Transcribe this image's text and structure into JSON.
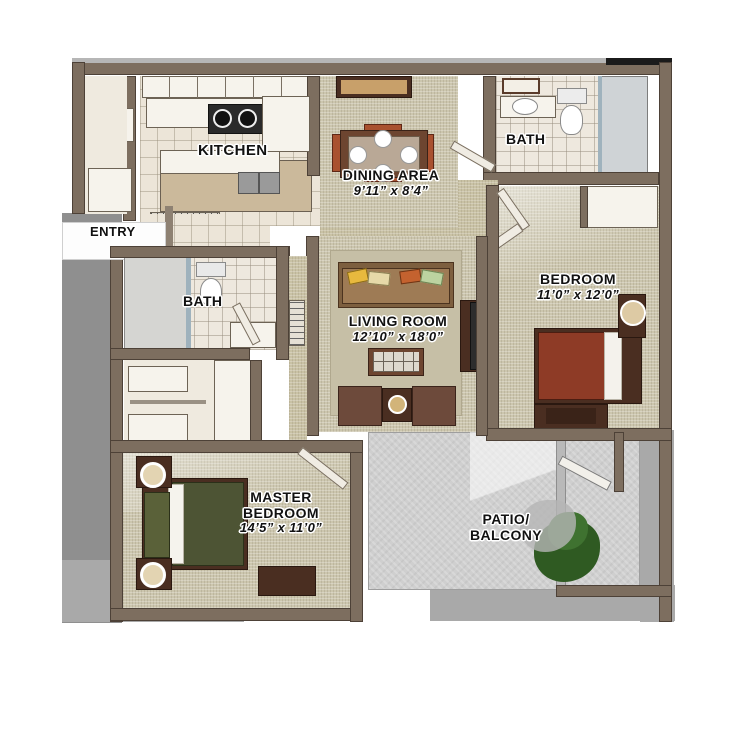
{
  "plan": {
    "type": "apartment-floor-plan",
    "background_color": "#ffffff",
    "wall_color": "#7d6e5f",
    "carpet_color": "#ccc6ae",
    "tile_color": "#ece5d8",
    "patio_color": "#cfcfcf",
    "shadow_color": "#8f8f8f"
  },
  "rooms": [
    {
      "id": "kitchen",
      "label": "KITCHEN",
      "dimensions": "",
      "floor": "tile"
    },
    {
      "id": "entry",
      "label": "ENTRY",
      "dimensions": "",
      "floor": "tile"
    },
    {
      "id": "dining-area",
      "label": "DINING AREA",
      "dimensions": "9’11” x 8’4”",
      "floor": "carpet"
    },
    {
      "id": "living-room",
      "label": "LIVING ROOM",
      "dimensions": "12’10” x 18’0”",
      "floor": "carpet"
    },
    {
      "id": "master-bedroom",
      "label": "MASTER\nBEDROOM",
      "dimensions": "14’5” x 11’0”",
      "floor": "carpet"
    },
    {
      "id": "bedroom",
      "label": "BEDROOM",
      "dimensions": "11’0” x 12’0”",
      "floor": "carpet"
    },
    {
      "id": "bath-upper",
      "label": "BATH",
      "dimensions": "",
      "floor": "tile"
    },
    {
      "id": "bath-master",
      "label": "BATH",
      "dimensions": "",
      "floor": "tile"
    },
    {
      "id": "patio-balcony",
      "label": "PATIO/\nBALCONY",
      "dimensions": "",
      "floor": "concrete"
    }
  ],
  "labels": {
    "kitchen": {
      "name": "KITCHEN"
    },
    "entry": {
      "name": "ENTRY"
    },
    "dining": {
      "name": "DINING AREA",
      "dim": "9’11” x 8’4”"
    },
    "living": {
      "name": "LIVING ROOM",
      "dim": "12’10” x 18’0”"
    },
    "master_line1": {
      "name": "MASTER"
    },
    "master_line2": {
      "name": "BEDROOM"
    },
    "master_dim": {
      "dim": "14’5” x 11’0”"
    },
    "bedroom": {
      "name": "BEDROOM",
      "dim": "11’0” x 12’0”"
    },
    "bath_upper": {
      "name": "BATH"
    },
    "bath_master": {
      "name": "BATH"
    },
    "patio_line1": {
      "name": "PATIO/"
    },
    "patio_line2": {
      "name": "BALCONY"
    }
  },
  "furniture": {
    "dining_table": "dining-table",
    "dining_chairs": "dining-chairs",
    "sofa": "sofa",
    "armchair_left": "armchair",
    "armchair_right": "armchair",
    "coffee_table": "coffee-table",
    "tv_stand": "tv-stand",
    "master_bed": "bed-queen",
    "master_nightstands": "nightstand",
    "master_bench": "bench",
    "bedroom_bed": "bed-full",
    "bedroom_dresser": "dresser",
    "bedroom_clock": "wall-clock",
    "range": "kitchen-range",
    "sink": "kitchen-sink",
    "toilet_upper": "toilet",
    "toilet_master": "toilet",
    "vanity_upper": "vanity",
    "shower_upper": "shower",
    "shower_master": "shower",
    "shrub": "shrub",
    "washer_dryer": "washer-dryer"
  }
}
